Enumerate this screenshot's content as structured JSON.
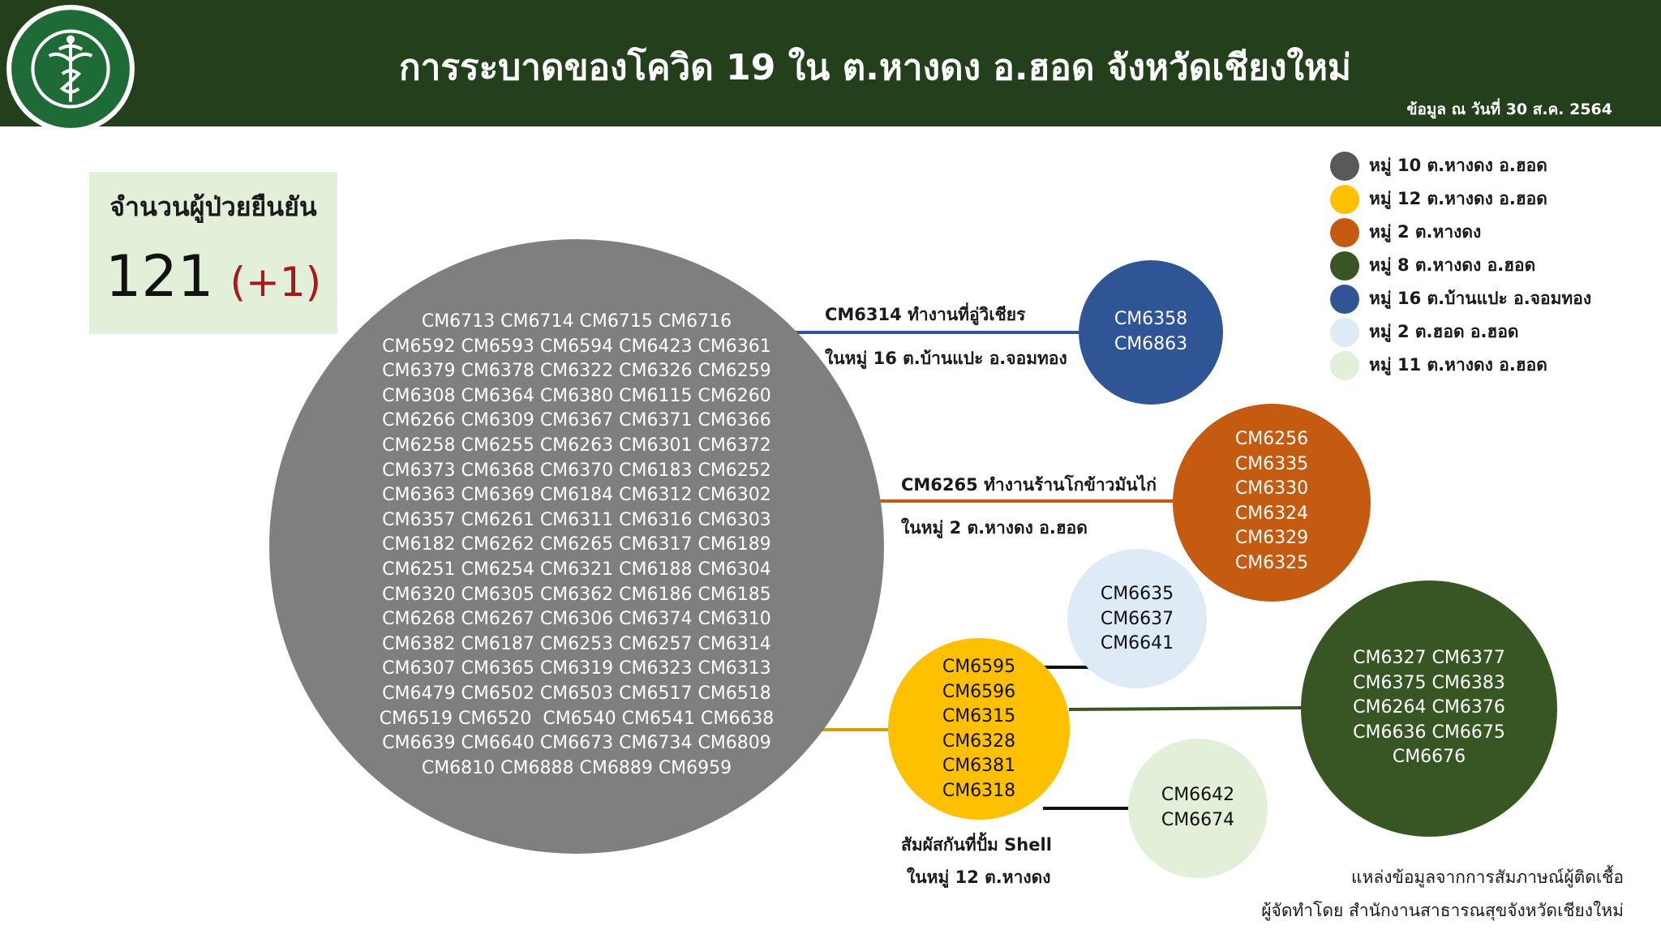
{
  "header": {
    "title": "การระบาดของโควิด 19 ใน ต.หางดง อ.ฮอด จังหวัดเชียงใหม่",
    "date": "ข้อมูล ณ วันที่ 30 ส.ค. 2564",
    "logo_text": "กระทรวงสาธารณสุข MINISTRY OF PUBLIC HEALTH"
  },
  "count": {
    "label": "จำนวนผู้ป่วยยืนยัน",
    "value": "121",
    "delta": "(+1)"
  },
  "clusters": {
    "main": {
      "color": "#7f7f7f",
      "lines": [
        "CM6713 CM6714 CM6715 CM6716",
        "CM6592 CM6593 CM6594 CM6423 CM6361",
        "CM6379 CM6378 CM6322 CM6326 CM6259",
        "CM6308 CM6364 CM6380 CM6115 CM6260",
        "CM6266 CM6309 CM6367 CM6371 CM6366",
        "CM6258 CM6255 CM6263 CM6301 CM6372",
        "CM6373 CM6368 CM6370 CM6183 CM6252",
        "CM6363 CM6369 CM6184 CM6312 CM6302",
        "CM6357 CM6261 CM6311 CM6316 CM6303",
        "CM6182 CM6262 CM6265 CM6317 CM6189",
        "CM6251 CM6254 CM6321 CM6188 CM6304",
        "CM6320 CM6305 CM6362 CM6186 CM6185",
        "CM6268 CM6267 CM6306 CM6374 CM6310",
        "CM6382 CM6187 CM6253 CM6257 CM6314",
        "CM6307 CM6365 CM6319 CM6323 CM6313",
        "CM6479 CM6502 CM6503 CM6517 CM6518",
        "CM6519 CM6520  CM6540 CM6541 CM6638",
        "CM6639 CM6640 CM6673 CM6734 CM6809",
        "CM6810 CM6888 CM6889 CM6959"
      ]
    },
    "blue": {
      "color": "#2f5597",
      "lines": [
        "CM6358",
        "CM6863"
      ]
    },
    "orange": {
      "color": "#c55a11",
      "lines": [
        "CM6256",
        "CM6335",
        "CM6330",
        "CM6324",
        "CM6329",
        "CM6325"
      ]
    },
    "lightblue": {
      "color": "#deebf7",
      "lines": [
        "CM6635",
        "CM6637",
        "CM6641"
      ]
    },
    "yellow": {
      "color": "#ffc000",
      "lines": [
        "CM6595",
        "CM6596",
        "CM6315",
        "CM6328",
        "CM6381",
        "CM6318"
      ]
    },
    "green": {
      "color": "#375623",
      "lines": [
        "CM6327 CM6377",
        "CM6375 CM6383",
        "CM6264 CM6376",
        "CM6636 CM6675",
        "CM6676"
      ]
    },
    "lightgreen": {
      "color": "#e2efd9",
      "lines": [
        "CM6642",
        "CM6674"
      ]
    }
  },
  "notes": {
    "blue_line1": "CM6314 ทำงานที่อู่วิเชียร",
    "blue_line2": "ในหมู่ 16 ต.บ้านแปะ อ.จอมทอง",
    "orange_line1": "CM6265 ทำงานร้านโกข้าวมันไก่",
    "orange_line2": "ในหมู่ 2 ต.หางดง อ.ฮอด",
    "yellow_line1": "สัมผัสกันที่ปั้ม Shell",
    "yellow_line2": "ในหมู่ 12 ต.หางดง"
  },
  "legend": [
    {
      "color": "#595959",
      "label": "หมู่ 10 ต.หางดง อ.ฮอด"
    },
    {
      "color": "#ffc000",
      "label": "หมู่ 12 ต.หางดง อ.ฮอด"
    },
    {
      "color": "#c55a11",
      "label": "หมู่ 2 ต.หางดง"
    },
    {
      "color": "#375623",
      "label": "หมู่ 8 ต.หางดง อ.ฮอด"
    },
    {
      "color": "#2f5597",
      "label": "หมู่ 16 ต.บ้านแปะ อ.จอมทอง"
    },
    {
      "color": "#deebf7",
      "label": "หมู่ 2 ต.ฮอด อ.ฮอด"
    },
    {
      "color": "#e2efd9",
      "label": "หมู่ 11 ต.หางดง อ.ฮอด"
    }
  ],
  "source": {
    "line1": "แหล่งข้อมูลจากการสัมภาษณ์ผู้ติดเชื้อ",
    "line2": "ผู้จัดทำโดย สำนักงานสาธารณสุขจังหวัดเชียงใหม่"
  }
}
